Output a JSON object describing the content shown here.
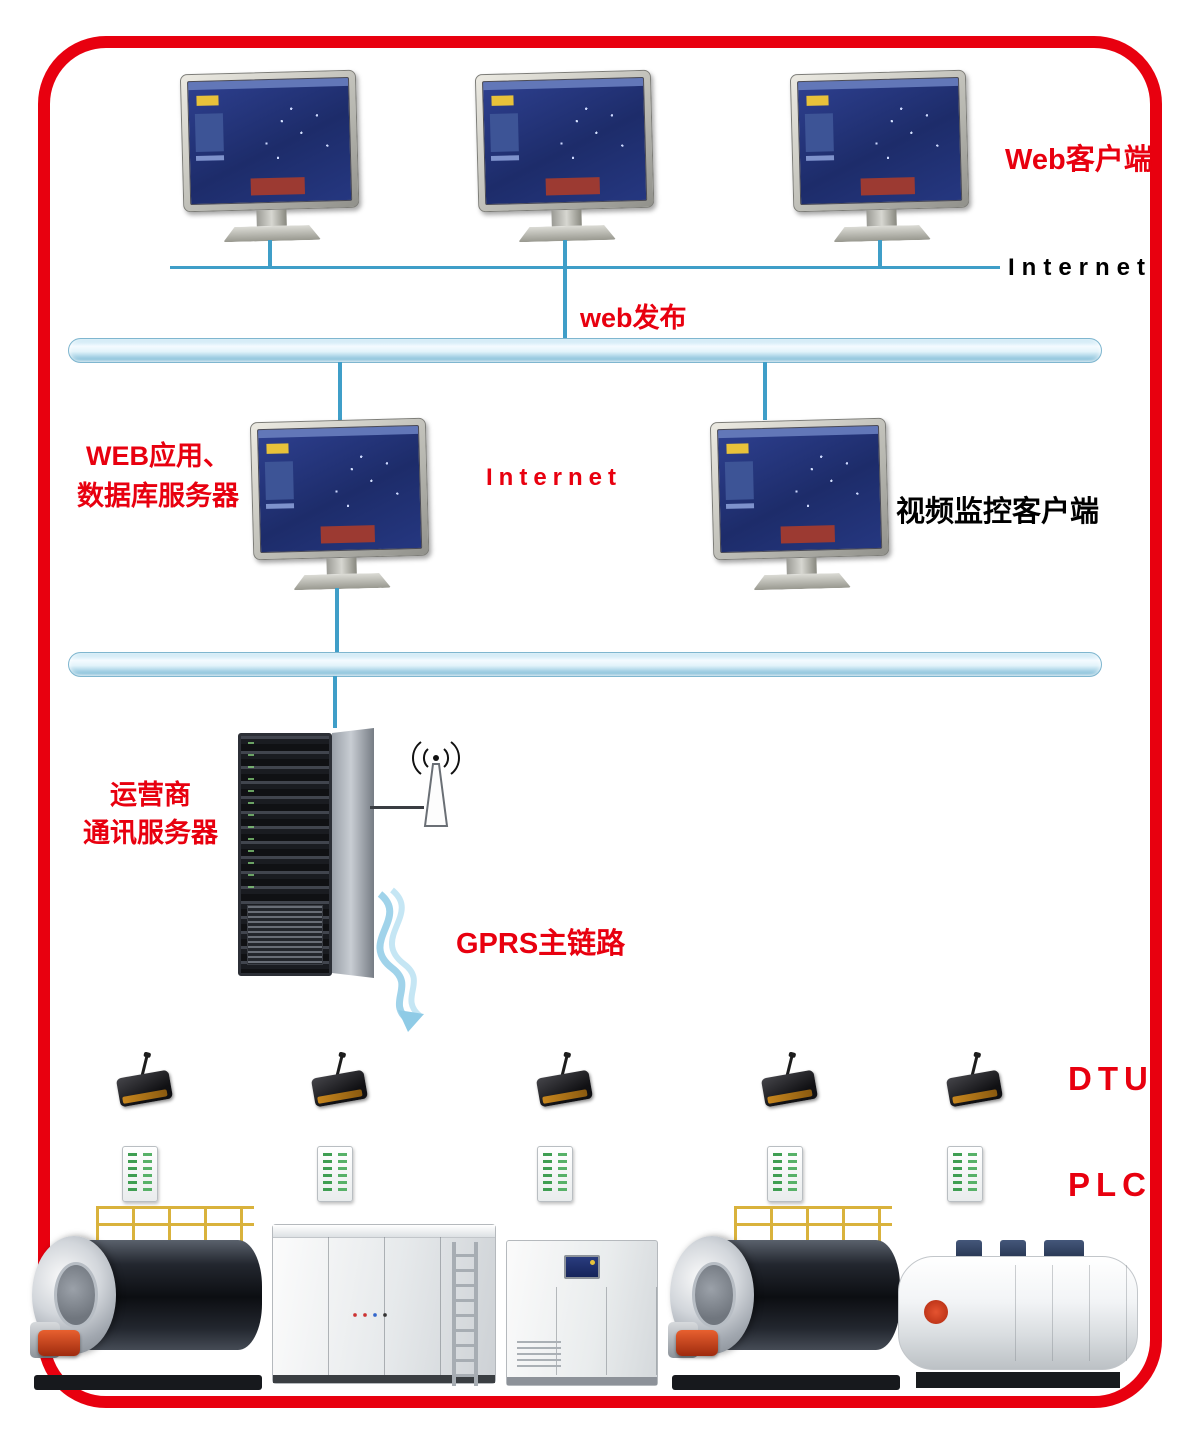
{
  "diagram": {
    "labels": {
      "web_client": "Web客户端",
      "internet_top": "Internet",
      "web_publish": "web发布",
      "web_app_server": [
        "WEB应用、",
        "数据库服务器"
      ],
      "internet_mid": "Internet",
      "video_client": "视频监控客户端",
      "operator_server": [
        "运营商",
        "通讯服务器"
      ],
      "gprs_link": "GPRS主链路",
      "dtu": "DTU",
      "plc": "PLC"
    },
    "colors": {
      "frame_red": "#e8000f",
      "label_red": "#e8000f",
      "label_black": "#000000",
      "line_blue": "#3f9ec8",
      "pipe_blue": "#cfe9f5",
      "screen_navy": "#22337a"
    },
    "counts": {
      "web_client_monitors": 3,
      "server_monitors": 2,
      "dtu_devices": 5,
      "plc_devices": 5,
      "boilers": 5
    }
  }
}
